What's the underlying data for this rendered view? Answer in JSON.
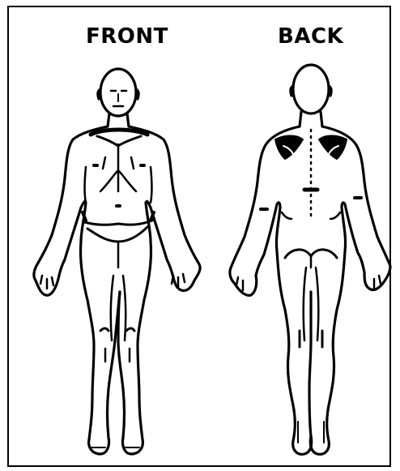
{
  "labels": {
    "front": "FRONT",
    "back": "BACK"
  },
  "figures": [
    {
      "id": "front",
      "icon": "human-body-front-icon"
    },
    {
      "id": "back",
      "icon": "human-body-back-icon"
    }
  ],
  "colors": {
    "ink": "#000000",
    "paper": "#ffffff"
  }
}
